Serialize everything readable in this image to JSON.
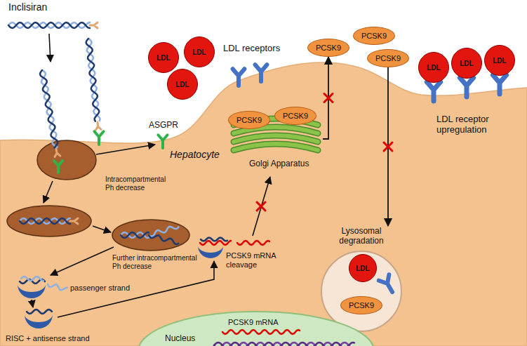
{
  "diagram": {
    "nodes": [
      {
        "text": [
          "LDL"
        ]
      },
      {
        "text": [
          "LDL"
        ]
      },
      {
        "text": [
          "LDL"
        ]
      },
      {
        "text": [
          "Golgi Apparatus"
        ]
      },
      {
        "text": [
          "PCSK9"
        ],
        "in": 3
      },
      {
        "text": [
          "PCSK9"
        ],
        "in": 3
      },
      {
        "text": [
          "PCSK9"
        ]
      },
      {
        "text": [
          "PCSK9"
        ]
      },
      {
        "text": [
          "PCSK9"
        ]
      },
      {
        "text": [
          "LDL"
        ]
      },
      {
        "text": [
          "LDL"
        ]
      },
      {
        "text": [
          "LDL"
        ]
      },
      {
        "text": [
          "Lysosomal degradation"
        ]
      },
      {
        "text": [
          "LDL"
        ],
        "in": 12
      },
      {
        "text": [
          "PCSK9"
        ],
        "in": 12
      },
      {
        "text": [
          "PCSK9 mRNA",
          "Nucleus"
        ]
      }
    ],
    "edges": [
      {
        "from": 3,
        "to": 7,
        "arrow": "to"
      },
      {
        "from": 8,
        "to": 12,
        "arrow": "to"
      }
    ],
    "labels": [
      "Inclisiran",
      "LDL receptors",
      "ASGPR",
      "Hepatocyte",
      "LDL receptor upregulation",
      "Intracompartmental Ph decrease",
      "Further intracompartmental Ph decrease",
      "PCSK9 mRNA cleavage",
      "passenger strand",
      "RISC + antisense strand"
    ]
  }
}
